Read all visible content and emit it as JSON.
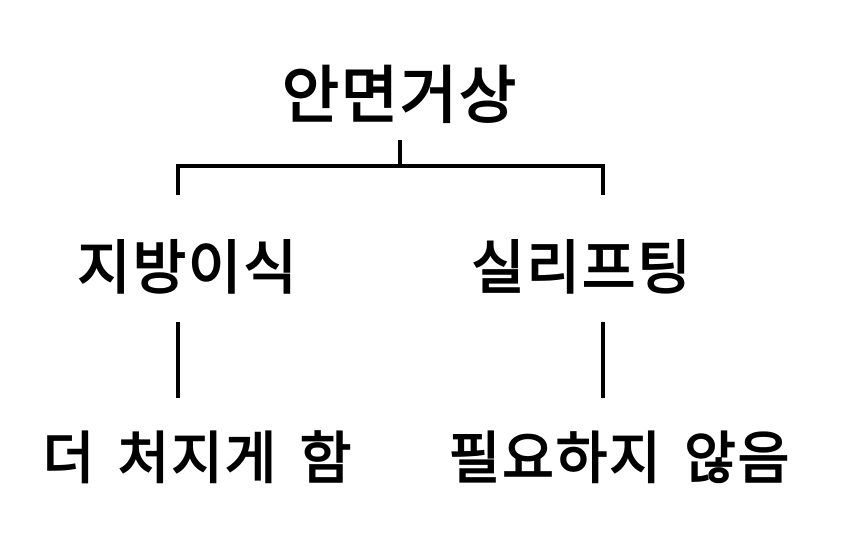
{
  "diagram": {
    "root": "안면거상",
    "left_branch": {
      "label": "지방이식",
      "outcome": "더 처지게 함"
    },
    "right_branch": {
      "label": "실리프팅",
      "outcome": "필요하지 않음"
    }
  },
  "colors": {
    "text": "#000000",
    "lines": "#000000",
    "background": "#ffffff"
  }
}
